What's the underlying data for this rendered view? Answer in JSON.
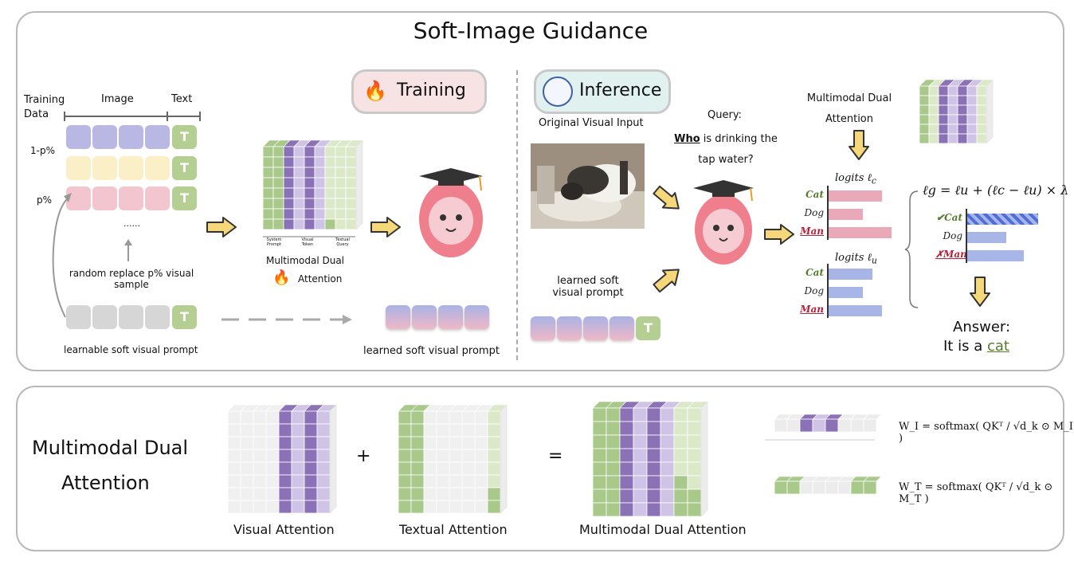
{
  "top": {
    "title": "Soft-Image Guidance",
    "training": {
      "badge": "Training",
      "col_headers": {
        "training_data": "Training\nData",
        "image": "Image",
        "text": "Text"
      },
      "row_labels": {
        "r1": "1-p%",
        "r2": "p%"
      },
      "ellipsis": "......",
      "t_token": "T",
      "replace_note": "random replace p% visual\nsample",
      "learnable_prompt": "learnable soft visual prompt",
      "learned_prompt": "learned soft visual prompt",
      "mda_caption": "Multimodal Dual",
      "mda_caption2": "Attention",
      "axis_labels": [
        "System\nPrompt",
        "Visual\nToken",
        "Textual\nQuery"
      ]
    },
    "inference": {
      "badge": "Inference",
      "original_input": "Original Visual Input",
      "learned_prompt": "learned soft\nvisual prompt",
      "query_label": "Query:",
      "query_who": "Who",
      "query_rest": " is drinking the\ntap water?",
      "mda_label": "Multimodal Dual\nAttention",
      "logits_c": "logits ℓ",
      "logits_c_sub": "c",
      "logits_u": "logits ℓ",
      "logits_u_sub": "u",
      "classes": [
        "Cat",
        "Dog",
        "Man"
      ],
      "formula": "ℓg = ℓu + (ℓc − ℓu) × λ",
      "answer_label": "Answer:",
      "answer_prefix": "It is a ",
      "answer_word": "cat",
      "check_mark": "✔",
      "cross_mark": "✗"
    }
  },
  "bottom": {
    "title_line1": "Multimodal Dual",
    "title_line2": "Attention",
    "plus": "+",
    "equals": "=",
    "visual_caption": "Visual Attention",
    "textual_caption": "Textual Attention",
    "mda_caption": "Multimodal Dual Attention",
    "eq_i": "W_I = softmax( QKᵀ / √d_k ⊙ M_I )",
    "eq_t": "W_T = softmax( QKᵀ / √d_k ⊙ M_T )"
  },
  "colors": {
    "purple": "#b9b7e3",
    "yellow": "#fbefc7",
    "pink": "#f3c6cf",
    "gray": "#d6d6d6",
    "green": "#b5cf93",
    "dark_green": "#557a2a",
    "red": "#b3243a",
    "bar_pink": "#e9a9b9",
    "bar_blue": "#a7b6e7"
  },
  "chart_data": [
    {
      "type": "bar",
      "title": "logits ℓc",
      "categories": [
        "Cat",
        "Dog",
        "Man"
      ],
      "values": [
        0.85,
        0.55,
        1.0
      ]
    },
    {
      "type": "bar",
      "title": "logits ℓu",
      "categories": [
        "Cat",
        "Dog",
        "Man"
      ],
      "values": [
        0.7,
        0.55,
        0.85
      ]
    },
    {
      "type": "bar",
      "title": "ℓg",
      "categories": [
        "Cat",
        "Dog",
        "Man"
      ],
      "values": [
        1.0,
        0.55,
        0.8
      ]
    }
  ]
}
